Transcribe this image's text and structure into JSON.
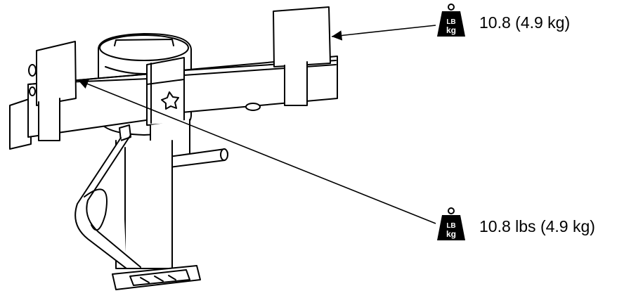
{
  "callouts": {
    "top": {
      "icon": "weight-lb-kg-icon",
      "icon_lb": "LB",
      "icon_kg": "kg",
      "text": "10.8 (4.9 kg)"
    },
    "bottom": {
      "icon": "weight-lb-kg-icon",
      "icon_lb": "LB",
      "icon_kg": "kg",
      "text": "10.8 lbs (4.9 kg)"
    }
  },
  "colors": {
    "line": "#000000",
    "background": "#ffffff"
  }
}
